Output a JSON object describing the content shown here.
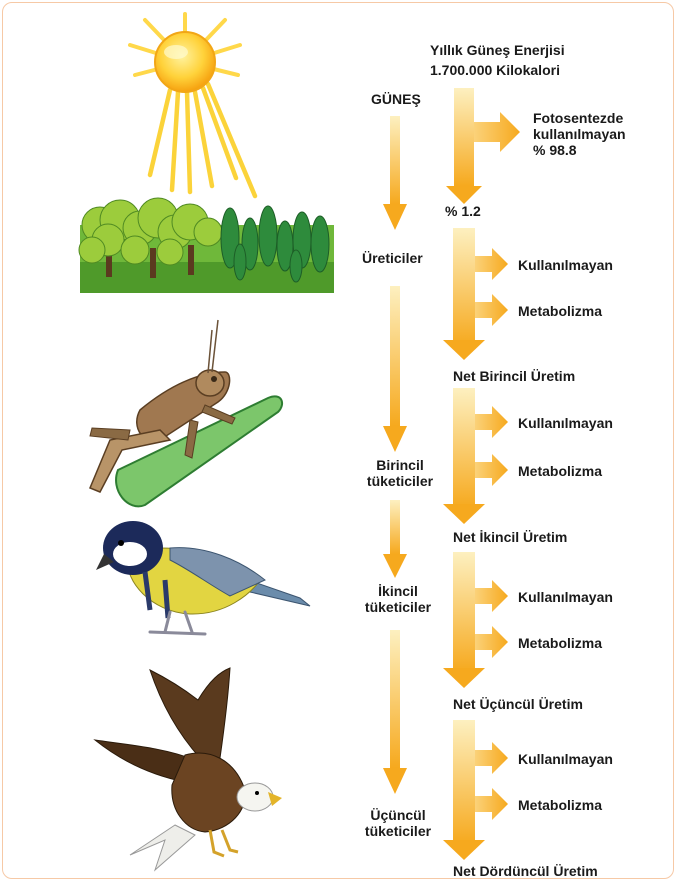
{
  "colors": {
    "arrow_light": "#fdeaa8",
    "arrow_mid": "#fbcf6a",
    "arrow_dark": "#f5a623",
    "frame": "#f6c9a6"
  },
  "sun": {
    "label": "GÜNEŞ",
    "energy_line1": "Yıllık Güneş Enerjisi",
    "energy_line2": "1.700.000 Kilokalori",
    "unused_line1": "Fotosentezde",
    "unused_line2": "kullanılmayan",
    "unused_line3": "% 98.8",
    "used_percent": "% 1.2"
  },
  "levels": [
    {
      "label_line1": "Üreticiler",
      "label_line2": "",
      "branch1": "Kullanılmayan",
      "branch2": "Metabolizma",
      "net": "Net Birincil Üretim",
      "organism": "trees-icon"
    },
    {
      "label_line1": "Birincil",
      "label_line2": "tüketiciler",
      "branch1": "Kullanılmayan",
      "branch2": "Metabolizma",
      "net": "Net İkincil Üretim",
      "organism": "grasshopper-icon"
    },
    {
      "label_line1": "İkincil",
      "label_line2": "tüketiciler",
      "branch1": "Kullanılmayan",
      "branch2": "Metabolizma",
      "net": "Net Üçüncül Üretim",
      "organism": "bird-icon"
    },
    {
      "label_line1": "Üçüncül",
      "label_line2": "tüketiciler",
      "branch1": "Kullanılmayan",
      "branch2": "Metabolizma",
      "net": "Net Dördüncül Üretim",
      "organism": "eagle-icon"
    }
  ]
}
